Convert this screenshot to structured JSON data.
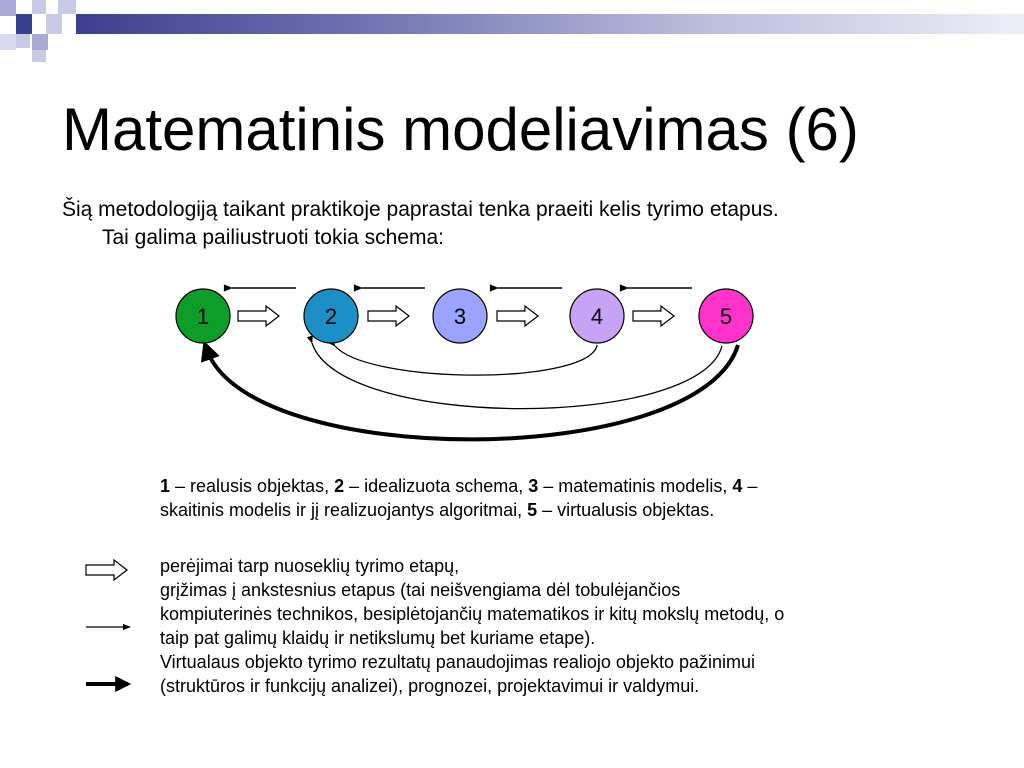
{
  "header": {
    "title": "Matematinis modeliavimas (6)"
  },
  "intro": {
    "line1": "Šią metodologiją taikant praktikoje paprastai tenka praeiti kelis tyrimo etapus.",
    "line2": "Tai galima pailiustruoti tokia schema:"
  },
  "diagram": {
    "nodes": [
      {
        "label": "1",
        "color": "#0d9e2a"
      },
      {
        "label": "2",
        "color": "#1c8fc7"
      },
      {
        "label": "3",
        "color": "#9aa4ff"
      },
      {
        "label": "4",
        "color": "#c8a2f5"
      },
      {
        "label": "5",
        "color": "#ff33cc"
      }
    ]
  },
  "legend": {
    "n1": "1",
    "t1": " – realusis objektas, ",
    "n2": "2",
    "t2": " – idealizuota schema, ",
    "n3": "3",
    "t3": " – matematinis modelis, ",
    "n4": "4",
    "t4": " –",
    "t5": "skaitinis modelis ir jį realizuojantys algoritmai, ",
    "n5": "5",
    "t6": " – virtualusis objektas.",
    "transitions": "perėjimai tarp nuoseklių tyrimo etapų,",
    "return_1": "grįžimas į ankstesnius etapus (tai neišvengiama dėl tobulėjančios",
    "return_2": "kompiuterinės technikos, besiplėtojančių matematikos ir kitų mokslų metodų, o",
    "return_3": "taip pat galimų klaidų ir netikslumų bet kuriame etape).",
    "virtual_1": "Virtualaus objekto tyrimo rezultatų panaudojimas realiojo objekto pažinimui",
    "virtual_2": "(struktūros ir funkcijų analizei), prognozei, projektavimui ir valdymui."
  },
  "colors": {
    "accent_dark": "#3b3f8f",
    "accent_light": "#a9aad6"
  }
}
